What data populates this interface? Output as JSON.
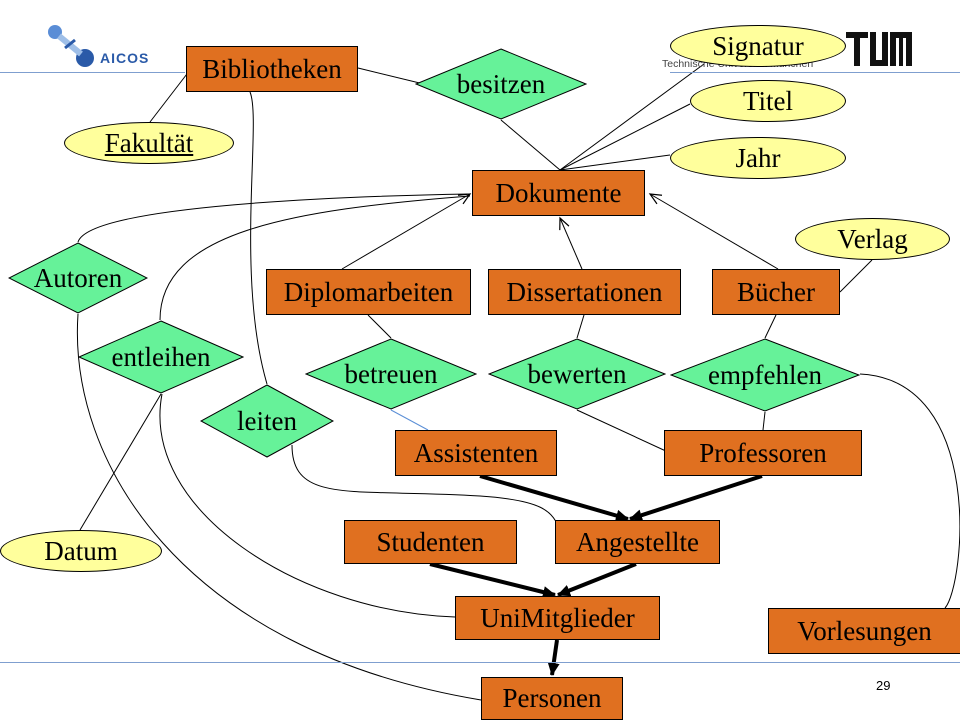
{
  "header": {
    "left_logo_text": "AICOS",
    "right_caption": "Technische Universität München"
  },
  "page_number": "29",
  "nodes": {
    "bibliotheken": "Bibliotheken",
    "besitzen": "besitzen",
    "signatur": "Signatur",
    "titel": "Titel",
    "jahr": "Jahr",
    "fakultaet": "Fakultät",
    "dokumente": "Dokumente",
    "verlag": "Verlag",
    "autoren": "Autoren",
    "diplomarbeiten": "Diplomarbeiten",
    "dissertationen": "Dissertationen",
    "buecher": "Bücher",
    "entleihen": "entleihen",
    "betreuen": "betreuen",
    "bewerten": "bewerten",
    "empfehlen": "empfehlen",
    "leiten": "leiten",
    "assistenten": "Assistenten",
    "professoren": "Professoren",
    "studenten": "Studenten",
    "angestellte": "Angestellte",
    "datum": "Datum",
    "unimitglieder": "UniMitglieder",
    "vorlesungen": "Vorlesungen",
    "personen": "Personen"
  },
  "colors": {
    "entity": "#e07020",
    "attribute": "#ffff9c",
    "relationship": "#66f299",
    "line": "#000000",
    "highlight_line": "#5b8fd6"
  },
  "edges": [
    {
      "from": "bibliotheken",
      "to": "besitzen",
      "kind": "line"
    },
    {
      "from": "besitzen",
      "to": "dokumente",
      "kind": "line"
    },
    {
      "from": "bibliotheken",
      "to": "fakultaet",
      "kind": "line"
    },
    {
      "from": "signatur",
      "to": "dokumente",
      "kind": "line"
    },
    {
      "from": "titel",
      "to": "dokumente",
      "kind": "line"
    },
    {
      "from": "jahr",
      "to": "dokumente",
      "kind": "line"
    },
    {
      "from": "diplomarbeiten",
      "to": "dokumente",
      "kind": "isa"
    },
    {
      "from": "dissertationen",
      "to": "dokumente",
      "kind": "isa"
    },
    {
      "from": "buecher",
      "to": "dokumente",
      "kind": "isa"
    },
    {
      "from": "verlag",
      "to": "buecher",
      "kind": "line"
    },
    {
      "from": "diplomarbeiten",
      "to": "betreuen",
      "kind": "line"
    },
    {
      "from": "betreuen",
      "to": "assistenten",
      "kind": "highlight"
    },
    {
      "from": "dissertationen",
      "to": "bewerten",
      "kind": "line"
    },
    {
      "from": "bewerten",
      "to": "professoren",
      "kind": "line"
    },
    {
      "from": "buecher",
      "to": "empfehlen",
      "kind": "line"
    },
    {
      "from": "empfehlen",
      "to": "professoren",
      "kind": "line"
    },
    {
      "from": "empfehlen",
      "to": "vorlesungen",
      "kind": "curve"
    },
    {
      "from": "autoren",
      "to": "dokumente",
      "kind": "curve"
    },
    {
      "from": "autoren",
      "to": "personen",
      "kind": "curve"
    },
    {
      "from": "entleihen",
      "to": "dokumente",
      "kind": "curve"
    },
    {
      "from": "entleihen",
      "to": "unimitglieder",
      "kind": "curve"
    },
    {
      "from": "entleihen",
      "to": "datum",
      "kind": "line"
    },
    {
      "from": "leiten",
      "to": "bibliotheken",
      "kind": "curve"
    },
    {
      "from": "leiten",
      "to": "angestellte",
      "kind": "curve"
    },
    {
      "from": "assistenten",
      "to": "angestellte",
      "kind": "generalization"
    },
    {
      "from": "professoren",
      "to": "angestellte",
      "kind": "generalization"
    },
    {
      "from": "studenten",
      "to": "unimitglieder",
      "kind": "generalization"
    },
    {
      "from": "angestellte",
      "to": "unimitglieder",
      "kind": "generalization"
    },
    {
      "from": "unimitglieder",
      "to": "personen",
      "kind": "generalization"
    }
  ]
}
